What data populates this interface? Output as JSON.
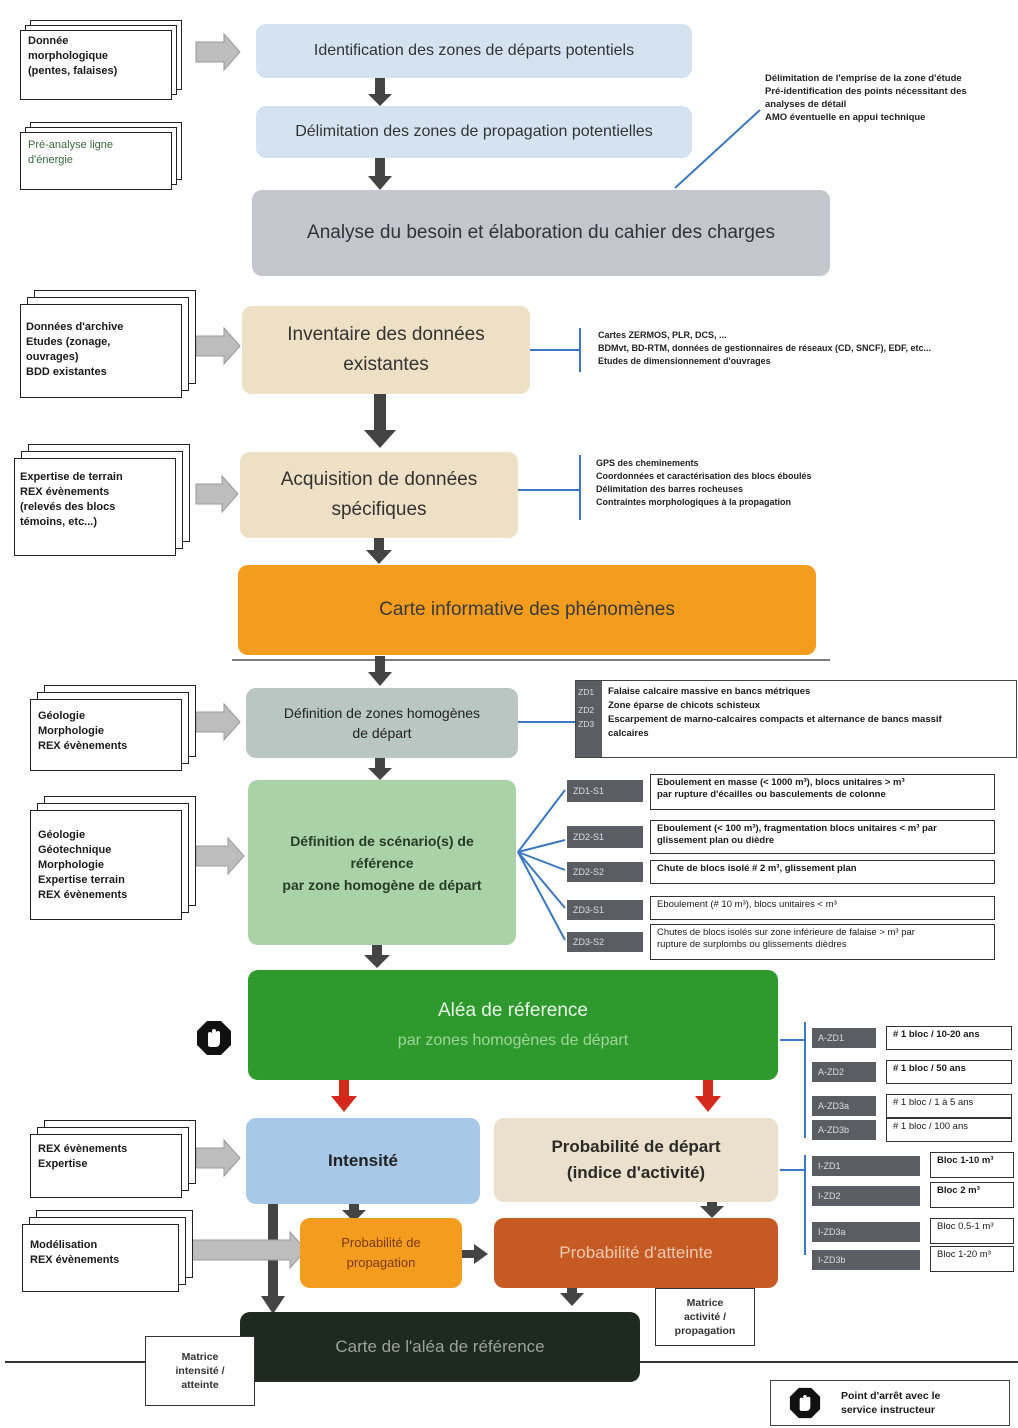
{
  "inputs": {
    "morpho": "Donnée\nmorphologique\n(pentes, falaises)",
    "pre_analyse": "Pré-analyse ligne\nd'énergie",
    "archive": "Données d'archive\nEtudes (zonage,\nouvrages)\nBDD existantes",
    "terrain": "Expertise de terrain\nREX évènements\n(relevés des blocs\ntémoins, etc...)",
    "geologie1": "Géologie\nMorphologie\nREX évènements",
    "geologie2": "Géologie\nGéotechnique\nMorphologie\nExpertise terrain\nREX évènements",
    "rex": "REX évènements\nExpertise",
    "modelisation": "Modélisation\nREX évènements"
  },
  "steps": {
    "s1": "Identification des zones de départs potentiels",
    "s2": "Délimitation des zones de propagation potentielles",
    "s3": "Analyse du besoin et élaboration du cahier des charges",
    "s4": "Inventaire des données\nexistantes",
    "s5": "Acquisition de données\nspécifiques",
    "s6": "Carte informative des phénomènes",
    "s7": "Définition de zones homogènes\nde départ",
    "s8": "Définition de scénario(s) de\nréférence\npar zone homogène de départ",
    "s9_title": "Aléa de réference",
    "s9_sub": "par zones homogènes de départ",
    "intensite": "Intensité",
    "proba_depart": "Probabilité de départ\n(indice d'activité)",
    "proba_prop": "Probabilité de\npropagation",
    "proba_atteinte": "Probabilité d'atteinte",
    "carte_alea": "Carte de l'aléa de référence"
  },
  "notes": {
    "n1": "Délimitation de l'emprise de la zone d'étude\nPré-identification des points nécessitant des\nanalyses de détail\nAMO éventuelle en appui technique",
    "n2": "Cartes ZERMOS, PLR, DCS, ...\nBDMvt, BD-RTM, données de gestionnaires de réseaux (CD, SNCF), EDF, etc...\nEtudes de dimensionnement d'ouvrages",
    "n3": "GPS des cheminements\nCoordonnées et caractérisation des blocs éboulés\nDélimitation des barres rocheuses\nContraintes morphologiques à la propagation"
  },
  "zones": {
    "tags": [
      "ZD1",
      "ZD2",
      "ZD3"
    ],
    "text": "Falaise calcaire massive en bancs métriques\nZone éparse de chicots schisteux\nEscarpement de marno-calcaires compacts et alternance de bancs massif\ncalcaires"
  },
  "scenarios": [
    {
      "tag": "ZD1-S1",
      "text": "Eboulement en masse (< 1000 m³), blocs unitaires > m³\npar rupture d'écailles ou basculements de colonne"
    },
    {
      "tag": "ZD2-S1",
      "text": "Eboulement (< 100 m³), fragmentation blocs unitaires < m³ par\nglissement plan ou dièdre"
    },
    {
      "tag": "ZD2-S2",
      "text": "Chute de blocs isolé # 2 m³, glissement plan"
    },
    {
      "tag": "ZD3-S1",
      "text": "Eboulement (# 10 m³), blocs unitaires < m³"
    },
    {
      "tag": "ZD3-S2",
      "text": "Chutes de blocs isolés sur zone inférieure de falaise > m³ par\nrupture de surplombs ou glissements dièdres"
    }
  ],
  "alea_tags": [
    {
      "tag": "A-ZD1",
      "value": "# 1 bloc / 10-20 ans"
    },
    {
      "tag": "A-ZD2",
      "value": "# 1 bloc / 50 ans"
    },
    {
      "tag": "A-ZD3a",
      "value": "# 1 bloc / 1 à 5 ans"
    },
    {
      "tag": "A-ZD3b",
      "value": "# 1 bloc / 100 ans"
    }
  ],
  "intensite_tags": [
    {
      "tag": "I-ZD1",
      "value": "Bloc 1-10 m³"
    },
    {
      "tag": "I-ZD2",
      "value": "Bloc 2 m³"
    },
    {
      "tag": "I-ZD3a",
      "value": "Bloc 0.5-1 m³"
    },
    {
      "tag": "I-ZD3b",
      "value": "Bloc 1-20 m³"
    }
  ],
  "matrices": {
    "activite": "Matrice\nactivité /\npropagation",
    "intensite": "Matrice\nintensité /\natteinte"
  },
  "legend": {
    "text": "Point d'arrêt avec le\nservice instructeur"
  }
}
